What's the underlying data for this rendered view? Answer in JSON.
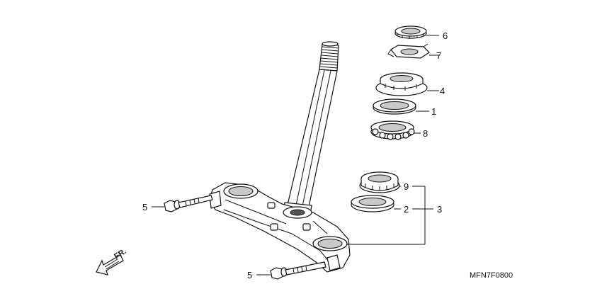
{
  "diagram": {
    "part_code": "MFN7F0800",
    "direction_label": "FR.",
    "callouts": {
      "c1": "1",
      "c2": "2",
      "c3": "3",
      "c4": "4",
      "c5a": "5",
      "c5b": "5",
      "c6": "6",
      "c7": "7",
      "c8": "8",
      "c9": "9"
    }
  }
}
